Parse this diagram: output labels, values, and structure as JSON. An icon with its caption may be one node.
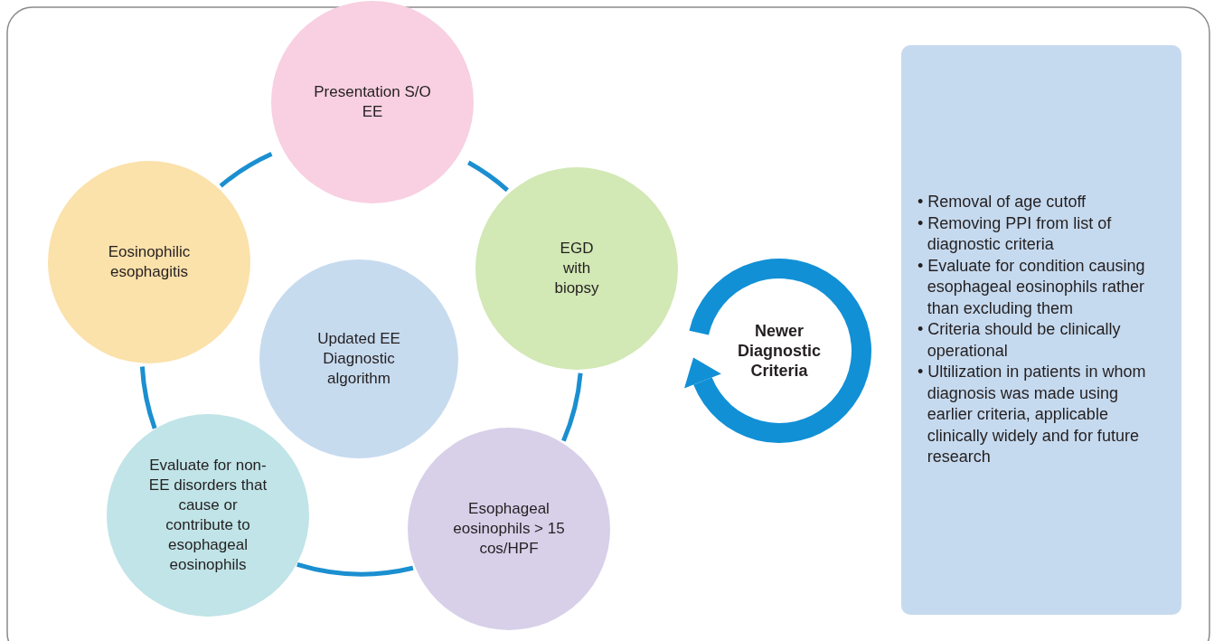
{
  "diagram": {
    "nodes": [
      {
        "text": [
          "Presentation S/O EE"
        ]
      },
      {
        "text": [
          "EGD with biopsy"
        ]
      },
      {
        "text": [
          "Esophageal eosinophils > 15 cos/HPF"
        ]
      },
      {
        "text": [
          "Evaluate for non-EE disorders that cause or contribute to esophageal eosinophils"
        ]
      },
      {
        "text": [
          "Eosinophilic esophagitis"
        ]
      },
      {
        "text": [
          "Updated EE Diagnostic algorithm"
        ]
      },
      {
        "text": [
          "Newer Diagnostic Criteria"
        ]
      },
      {
        "text": [
          "• Removal of age cutoff",
          "• Removing PPI from list of diagnostic criteria",
          "• Evaluate for condition causing esophageal eosinophils rather than excluding them",
          "• Criteria should be clinically operational",
          "• Ultilization in patients in whom diagnosis was made using earlier criteria, applicable clinically widely and for future research"
        ]
      }
    ],
    "edges": [
      {
        "from": 0,
        "to": 1,
        "arrow": "none"
      },
      {
        "from": 1,
        "to": 2,
        "arrow": "none"
      },
      {
        "from": 2,
        "to": 3,
        "arrow": "none"
      },
      {
        "from": 3,
        "to": 4,
        "arrow": "none"
      },
      {
        "from": 4,
        "to": 0,
        "arrow": "none"
      }
    ]
  }
}
